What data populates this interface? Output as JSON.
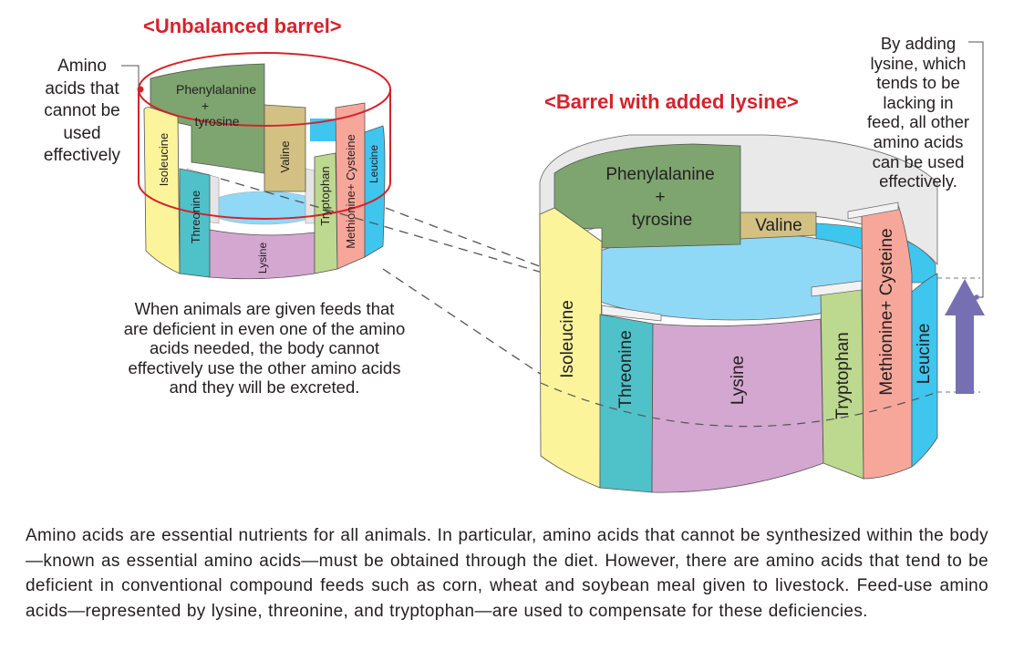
{
  "titles": {
    "unbalanced": "<Unbalanced barrel>",
    "lysine_added": "<Barrel with added lysine>"
  },
  "left_note": "Amino\nacids that\ncannot be\nused\neffectively",
  "right_note": "By adding\nlysine, which\ntends to be\nlacking in\nfeed, all other\namino acids\ncan be used\neffectively.",
  "middle_note": "When animals are given feeds that\nare deficient in even one of the amino\nacids needed, the body cannot\neffectively use the other amino acids\nand they will be excreted.",
  "staves": {
    "phenylalanine": "Phenylalanine",
    "plus": "+",
    "tyrosine": "tyrosine",
    "valine": "Valine",
    "isoleucine": "Isoleucine",
    "threonine": "Threonine",
    "lysine": "Lysine",
    "tryptophan": "Tryptophan",
    "methionine_cysteine": "Methionine+ Cysteine",
    "leucine": "Leucine"
  },
  "paragraph": "Amino acids are essential nutrients for all animals. In particular, amino acids that cannot be synthesized within the body—known as essential amino acids—must be obtained through the diet. However, there are amino acids that tend to be deficient in conventional compound feeds such as corn, wheat and soybean meal given to livestock. Feed-use amino acids—represented by lysine, threonine, and tryptophan—are used to compensate for these deficiencies.",
  "colors": {
    "phenylalanine": "#7ea56f",
    "valine": "#d2c183",
    "isoleucine": "#fbf49b",
    "threonine": "#4fc1c9",
    "lysine": "#d3a7cf",
    "tryptophan": "#bcd98f",
    "methionine_cysteine": "#f7a79a",
    "leucine": "#3ec6ee",
    "water": "#8fd9f6",
    "accent_red": "#d4232b",
    "arrow": "#7670b3"
  }
}
